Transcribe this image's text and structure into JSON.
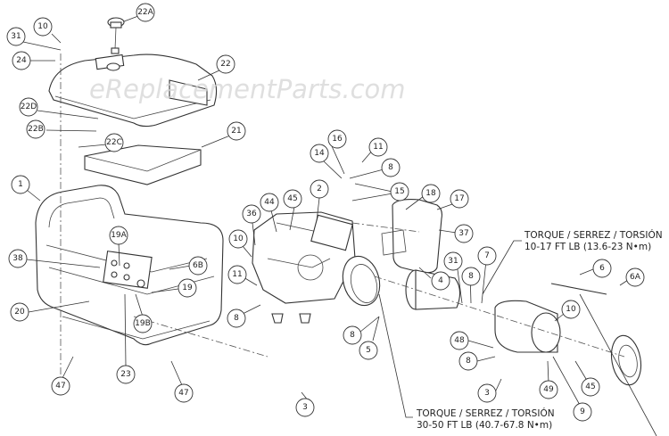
{
  "watermark": "eReplacementParts.com",
  "torque_notes": [
    {
      "line1": "TORQUE / SERREZ / TORSIÓN",
      "line2": "10-17 FT LB (13.6-23 N•m)"
    },
    {
      "line1": "TORQUE / SERREZ / TORSIÓN",
      "line2": "30-50 FT LB (40.7-67.8 N•m)"
    }
  ],
  "callouts": [
    "22A",
    "10",
    "31",
    "24",
    "22",
    "22D",
    "22B",
    "22C",
    "21",
    "1",
    "38",
    "19A",
    "6B",
    "19",
    "20",
    "19B",
    "23",
    "47",
    "47",
    "16",
    "14",
    "11",
    "8",
    "15",
    "2",
    "44",
    "45",
    "36",
    "10",
    "18",
    "17",
    "37",
    "11",
    "8",
    "4",
    "31",
    "8",
    "7",
    "8",
    "5",
    "3",
    "6",
    "6A",
    "10",
    "48",
    "8",
    "3",
    "49",
    "45",
    "9"
  ]
}
